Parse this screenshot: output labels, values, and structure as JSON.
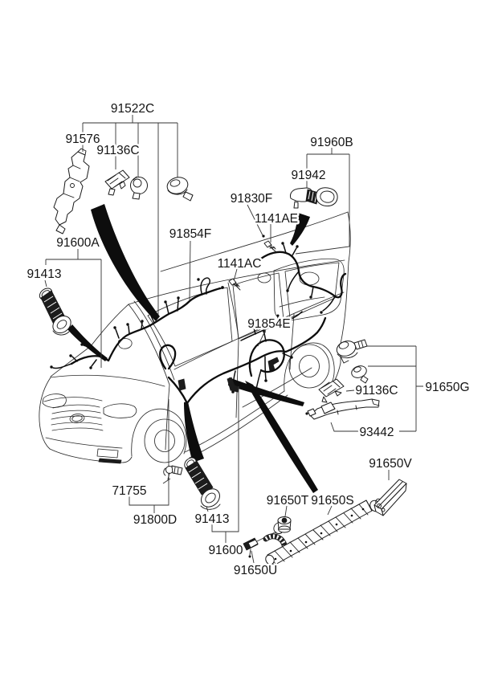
{
  "diagram": {
    "kind": "vehicle wiring-harness parts diagram",
    "labels": [
      {
        "id": "91522C",
        "text": "91522C"
      },
      {
        "id": "91576",
        "text": "91576"
      },
      {
        "id": "91136C-top",
        "text": "91136C"
      },
      {
        "id": "91960B",
        "text": "91960B"
      },
      {
        "id": "91942",
        "text": "91942"
      },
      {
        "id": "91830F",
        "text": "91830F"
      },
      {
        "id": "1141AE",
        "text": "1141AE"
      },
      {
        "id": "91854F",
        "text": "91854F"
      },
      {
        "id": "1141AC",
        "text": "1141AC"
      },
      {
        "id": "91600A",
        "text": "91600A"
      },
      {
        "id": "91413-front",
        "text": "91413"
      },
      {
        "id": "91854E",
        "text": "91854E"
      },
      {
        "id": "91136C-side",
        "text": "91136C"
      },
      {
        "id": "91650G",
        "text": "91650G"
      },
      {
        "id": "93442",
        "text": "93442"
      },
      {
        "id": "91650V",
        "text": "91650V"
      },
      {
        "id": "71755",
        "text": "71755"
      },
      {
        "id": "91800D",
        "text": "91800D"
      },
      {
        "id": "91413-rear",
        "text": "91413"
      },
      {
        "id": "91650T",
        "text": "91650T"
      },
      {
        "id": "91650S",
        "text": "91650S"
      },
      {
        "id": "91600",
        "text": "91600"
      },
      {
        "id": "91650U",
        "text": "91650U"
      }
    ],
    "colors": {
      "line": "#1a1a1a",
      "label": "#141414",
      "background": "#ffffff"
    }
  }
}
